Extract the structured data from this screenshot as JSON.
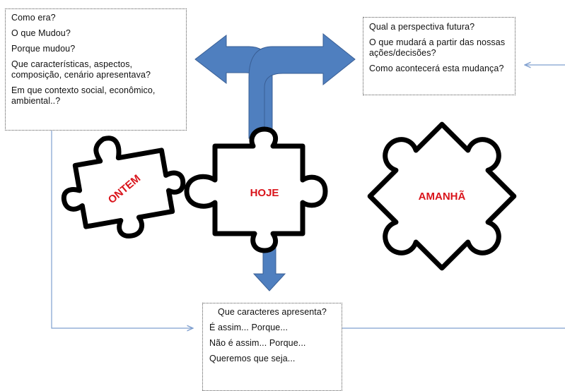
{
  "boxes": {
    "past": {
      "lines": [
        "Como era?",
        "O que Mudou?",
        "Porque mudou?",
        "Que características, aspectos, composição, cenário apresentava?",
        "Em que contexto social, econômico, ambiental..?"
      ]
    },
    "future": {
      "lines": [
        "Qual a perspectiva futura?",
        "O que mudará a partir das nossas ações/decisões?",
        "Como acontecerá esta mudança?"
      ]
    },
    "present": {
      "title": "Que caracteres apresenta?",
      "lines": [
        "É assim... Porque...",
        "Não é assim... Porque...",
        "Queremos que seja..."
      ]
    }
  },
  "puzzles": {
    "ontem": "ONTEM",
    "hoje": "HOJE",
    "amanha": "AMANHÃ"
  },
  "colors": {
    "arrow_fill": "#4f7fbf",
    "arrow_stroke": "#3a5f95",
    "label_red": "#d9141b",
    "connector": "#7f9fcf",
    "piece_outline": "#000000"
  }
}
